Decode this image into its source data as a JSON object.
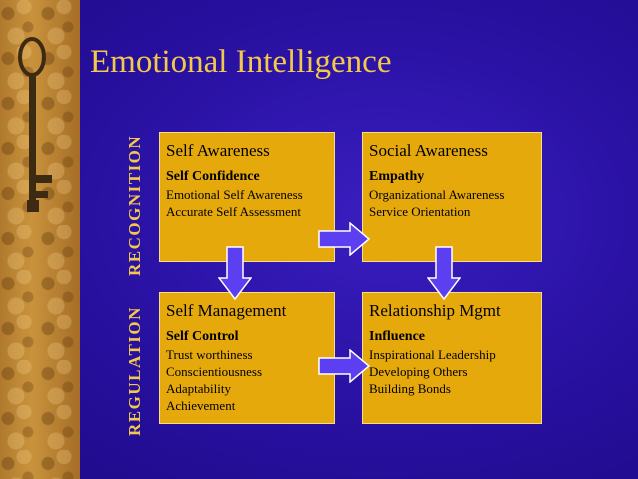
{
  "slide": {
    "title": "Emotional Intelligence",
    "row_labels": {
      "top": "RECOGNITION",
      "bottom": "REGULATION"
    }
  },
  "boxes": {
    "self_awareness": {
      "heading": "Self Awareness",
      "bold": "Self Confidence",
      "items": [
        "Emotional Self Awareness",
        "Accurate Self Assessment"
      ]
    },
    "social_awareness": {
      "heading": "Social Awareness",
      "bold": "Empathy",
      "items": [
        "Organizational Awareness",
        "Service Orientation"
      ]
    },
    "self_management": {
      "heading": "Self Management",
      "bold": "Self Control",
      "items": [
        "Trust worthiness",
        "Conscientiousness",
        "Adaptability",
        "Achievement"
      ]
    },
    "relationship_mgmt": {
      "heading": "Relationship Mgmt",
      "bold": "Influence",
      "items": [
        "Inspirational Leadership",
        "Developing Others",
        "Building Bonds"
      ]
    }
  },
  "colors": {
    "background": "#2c12a8",
    "title": "#f2c94a",
    "box_fill": "#e6a90c",
    "arrow_fill": "#5b3ff0"
  },
  "icons": [
    "key-icon",
    "arrow-right-icon",
    "arrow-down-icon"
  ]
}
